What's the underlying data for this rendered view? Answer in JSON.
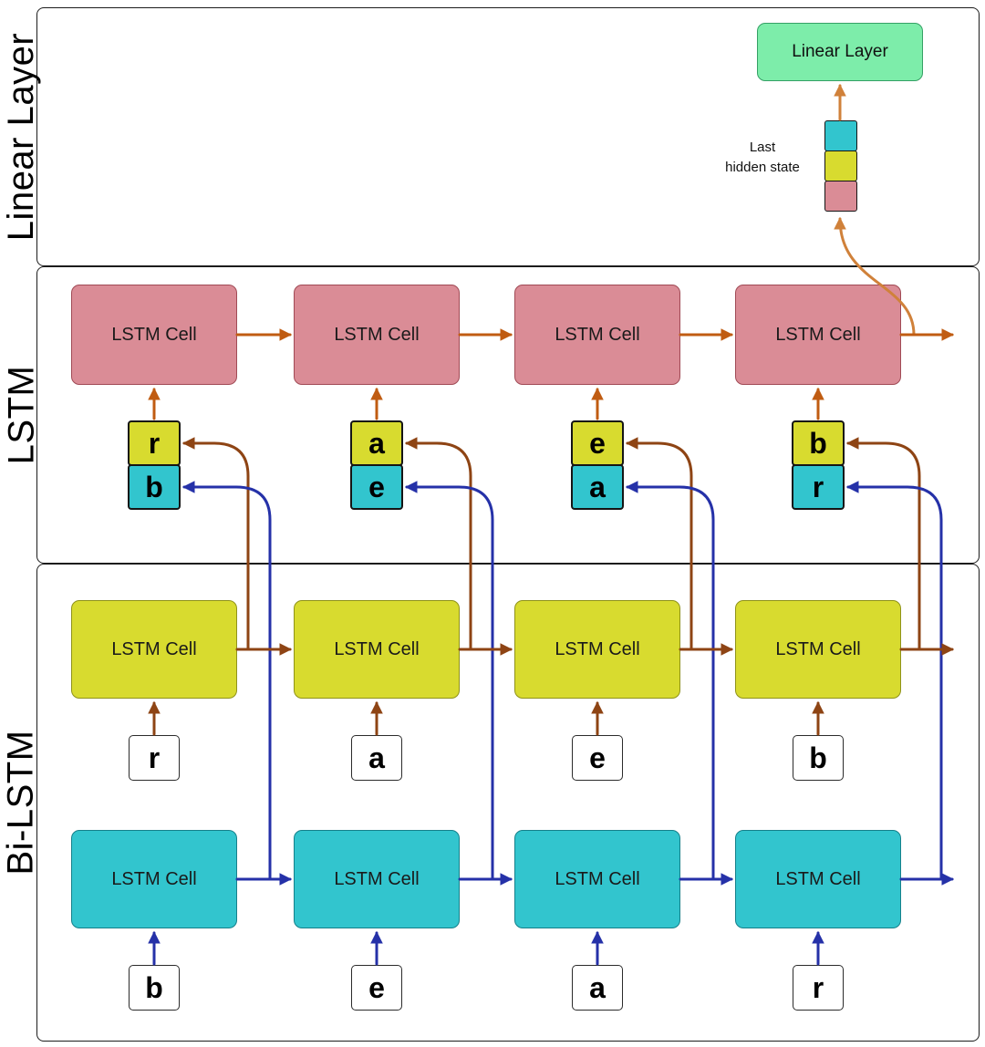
{
  "colors": {
    "section-border": "#1c1c1c",
    "pink-cell": "#DA8C96",
    "pink-cell-border": "#A04A55",
    "yellow-cell": "#D8DB2F",
    "yellow-cell-border": "#8F921A",
    "teal-cell": "#32C5CE",
    "teal-cell-border": "#15808A",
    "green-box": "#7DEDAA",
    "green-box-border": "#35A065",
    "arrow-top": "#D0813A",
    "arrow-orange": "#C05C12",
    "arrow-brown": "#8E4414",
    "arrow-blue": "#2531A8",
    "text": "#111111"
  },
  "sections": {
    "linear_layer": {
      "side_label": "Linear Layer",
      "linear_box_label": "Linear Layer",
      "last_hidden_state": {
        "line1": "Last",
        "line2": "hidden state"
      },
      "hidden_stack_order": [
        "teal",
        "yellow",
        "pink"
      ]
    },
    "lstm": {
      "side_label": "LSTM",
      "cells": [
        "LSTM Cell",
        "LSTM Cell",
        "LSTM Cell",
        "LSTM Cell"
      ],
      "input_stacks": [
        {
          "top": "r",
          "bottom": "b"
        },
        {
          "top": "a",
          "bottom": "e"
        },
        {
          "top": "e",
          "bottom": "a"
        },
        {
          "top": "b",
          "bottom": "r"
        }
      ]
    },
    "bi_lstm": {
      "side_label": "Bi-LSTM",
      "upper_cells": [
        "LSTM Cell",
        "LSTM Cell",
        "LSTM Cell",
        "LSTM Cell"
      ],
      "upper_inputs": [
        "r",
        "a",
        "e",
        "b"
      ],
      "lower_cells": [
        "LSTM Cell",
        "LSTM Cell",
        "LSTM Cell",
        "LSTM Cell"
      ],
      "lower_inputs": [
        "b",
        "e",
        "a",
        "r"
      ]
    }
  }
}
